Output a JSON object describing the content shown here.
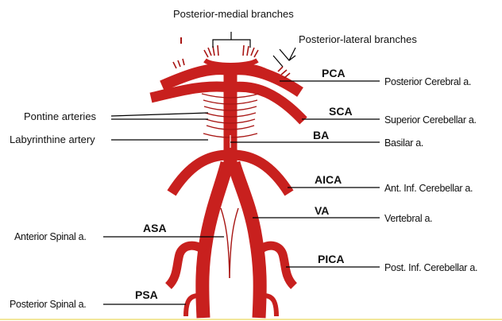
{
  "colors": {
    "artery": "#c8201e",
    "artery_dark": "#a81614",
    "leader": "#000000",
    "bottom_rule": "#f2e79a",
    "background": "#ffffff"
  },
  "labels": {
    "posterior_medial": "Posterior-medial branches",
    "posterior_lateral": "Posterior-lateral branches",
    "pontine": "Pontine arteries",
    "labyrinthine": "Labyrinthine artery",
    "anterior_spinal": "Anterior Spinal a.",
    "posterior_spinal": "Posterior Spinal a."
  },
  "abbreviations": {
    "pca": "PCA",
    "sca": "SCA",
    "ba": "BA",
    "aica": "AICA",
    "va": "VA",
    "asa": "ASA",
    "pica": "PICA",
    "psa": "PSA"
  },
  "full_names": {
    "pca": "Posterior Cerebral a.",
    "sca": "Superior Cerebellar a.",
    "ba": "Basilar a.",
    "aica": "Ant. Inf. Cerebellar a.",
    "va": "Vertebral a.",
    "pica": "Post. Inf. Cerebellar a."
  }
}
